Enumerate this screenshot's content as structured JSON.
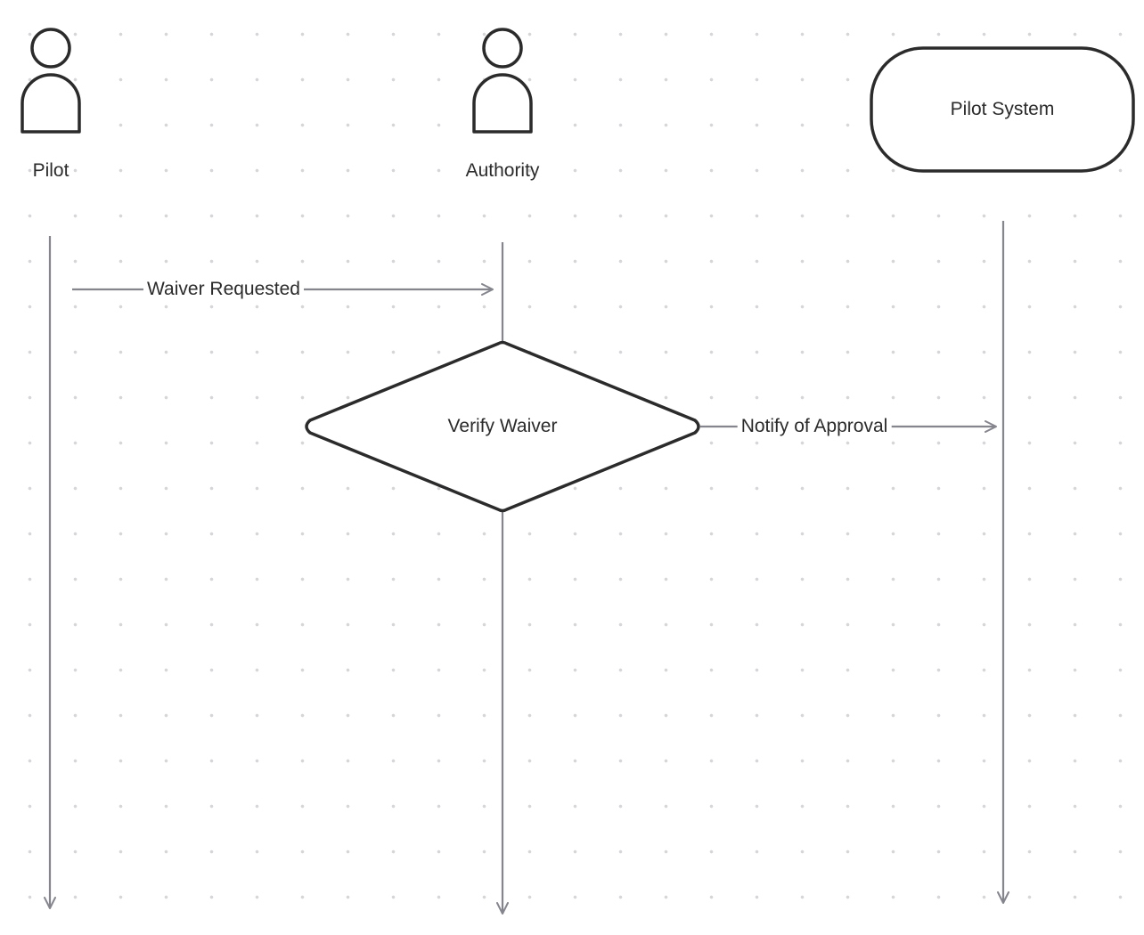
{
  "actors": [
    {
      "id": "pilot",
      "label": "Pilot",
      "icon": "person-icon"
    },
    {
      "id": "authority",
      "label": "Authority",
      "icon": "person-icon"
    },
    {
      "id": "pilot-system",
      "label": "Pilot System",
      "shape": "rounded-rectangle"
    }
  ],
  "decision": {
    "label": "Verify Waiver",
    "shape": "diamond"
  },
  "messages": [
    {
      "from": "pilot",
      "to": "authority",
      "label": "Waiver Requested"
    },
    {
      "from": "decision",
      "to": "pilot-system",
      "label": "Notify of Approval"
    }
  ],
  "colors": {
    "shape_stroke": "#2b2b2b",
    "lifeline": "#85858e",
    "grid_dot": "#d6d6d9",
    "text": "#2b2b2b"
  }
}
